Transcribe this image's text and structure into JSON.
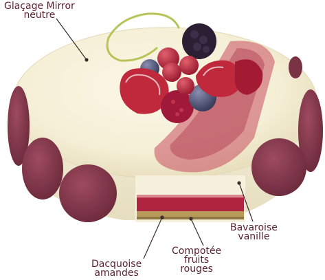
{
  "labels": {
    "glacage": {
      "line1": "Glaçage Mirror",
      "line2": "neutre"
    },
    "bavaroise": {
      "line1": "Bavaroise",
      "line2": "vanille"
    },
    "compotee": {
      "line1": "Compotée",
      "line2": "fruits",
      "line3": "rouges"
    },
    "dacquoise": {
      "line1": "Dacquoise",
      "line2": "amandes"
    }
  },
  "colors": {
    "label_text": "#5a1f2c",
    "glaze": "#f7f2dd",
    "glaze_shadow": "#e9e1c2",
    "macaron": "#8a3a4e",
    "macaron_dark": "#6b2a3b",
    "compotee": "#b0243f",
    "dacquoise": "#b89a5a",
    "bavaroise_side": "#f3eed7",
    "leader_line": "#3a2a2a",
    "raspberry_dust": "#b9283e"
  }
}
